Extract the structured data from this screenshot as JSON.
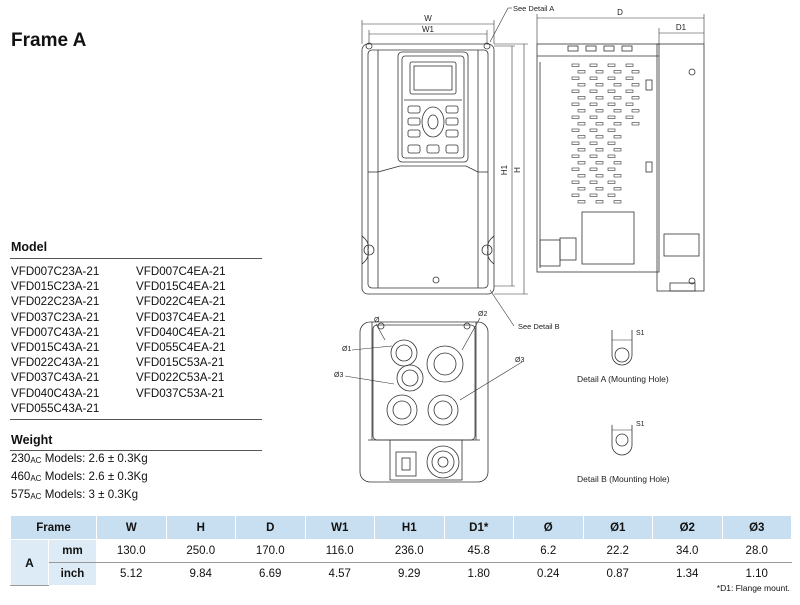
{
  "title": "Frame A",
  "model_section": {
    "heading": "Model",
    "col1": [
      "VFD007C23A-21",
      "VFD015C23A-21",
      "VFD022C23A-21",
      "VFD037C23A-21",
      "VFD007C43A-21",
      "VFD015C43A-21",
      "VFD022C43A-21",
      "VFD037C43A-21",
      "VFD040C43A-21",
      "VFD055C43A-21"
    ],
    "col2": [
      "VFD007C4EA-21",
      "VFD015C4EA-21",
      "VFD022C4EA-21",
      "VFD037C4EA-21",
      "VFD040C4EA-21",
      "VFD055C4EA-21",
      "VFD015C53A-21",
      "VFD022C53A-21",
      "VFD037C53A-21"
    ]
  },
  "weight_section": {
    "heading": "Weight",
    "rows": [
      {
        "volt": "230",
        "sub": "AC",
        "rest": " Models: 2.6 ± 0.3Kg"
      },
      {
        "volt": "460",
        "sub": "AC",
        "rest": " Models: 2.6 ± 0.3Kg"
      },
      {
        "volt": "575",
        "sub": "AC",
        "rest": " Models: 3 ± 0.3Kg"
      }
    ]
  },
  "drawing_labels": {
    "w": "W",
    "w1": "W1",
    "h": "H",
    "h1": "H1",
    "d": "D",
    "d1": "D1",
    "see_a": "See Detail A",
    "see_b": "See Detail B",
    "phi": "Ø",
    "phi1": "Ø1",
    "phi2": "Ø2",
    "phi3": "Ø3",
    "s1": "S1",
    "detail_a": "Detail A (Mounting Hole)",
    "detail_b": "Detail B (Mounting Hole)"
  },
  "table": {
    "frame_header": "Frame",
    "columns": [
      "W",
      "H",
      "D",
      "W1",
      "H1",
      "D1*",
      "Ø",
      "Ø1",
      "Ø2",
      "Ø3"
    ],
    "frame": "A",
    "rows": [
      {
        "unit": "mm",
        "values": [
          "130.0",
          "250.0",
          "170.0",
          "116.0",
          "236.0",
          "45.8",
          "6.2",
          "22.2",
          "34.0",
          "28.0"
        ]
      },
      {
        "unit": "inch",
        "values": [
          "5.12",
          "9.84",
          "6.69",
          "4.57",
          "9.29",
          "1.80",
          "0.24",
          "0.87",
          "1.34",
          "1.10"
        ]
      }
    ]
  },
  "footnote": "*D1: Flange mount."
}
